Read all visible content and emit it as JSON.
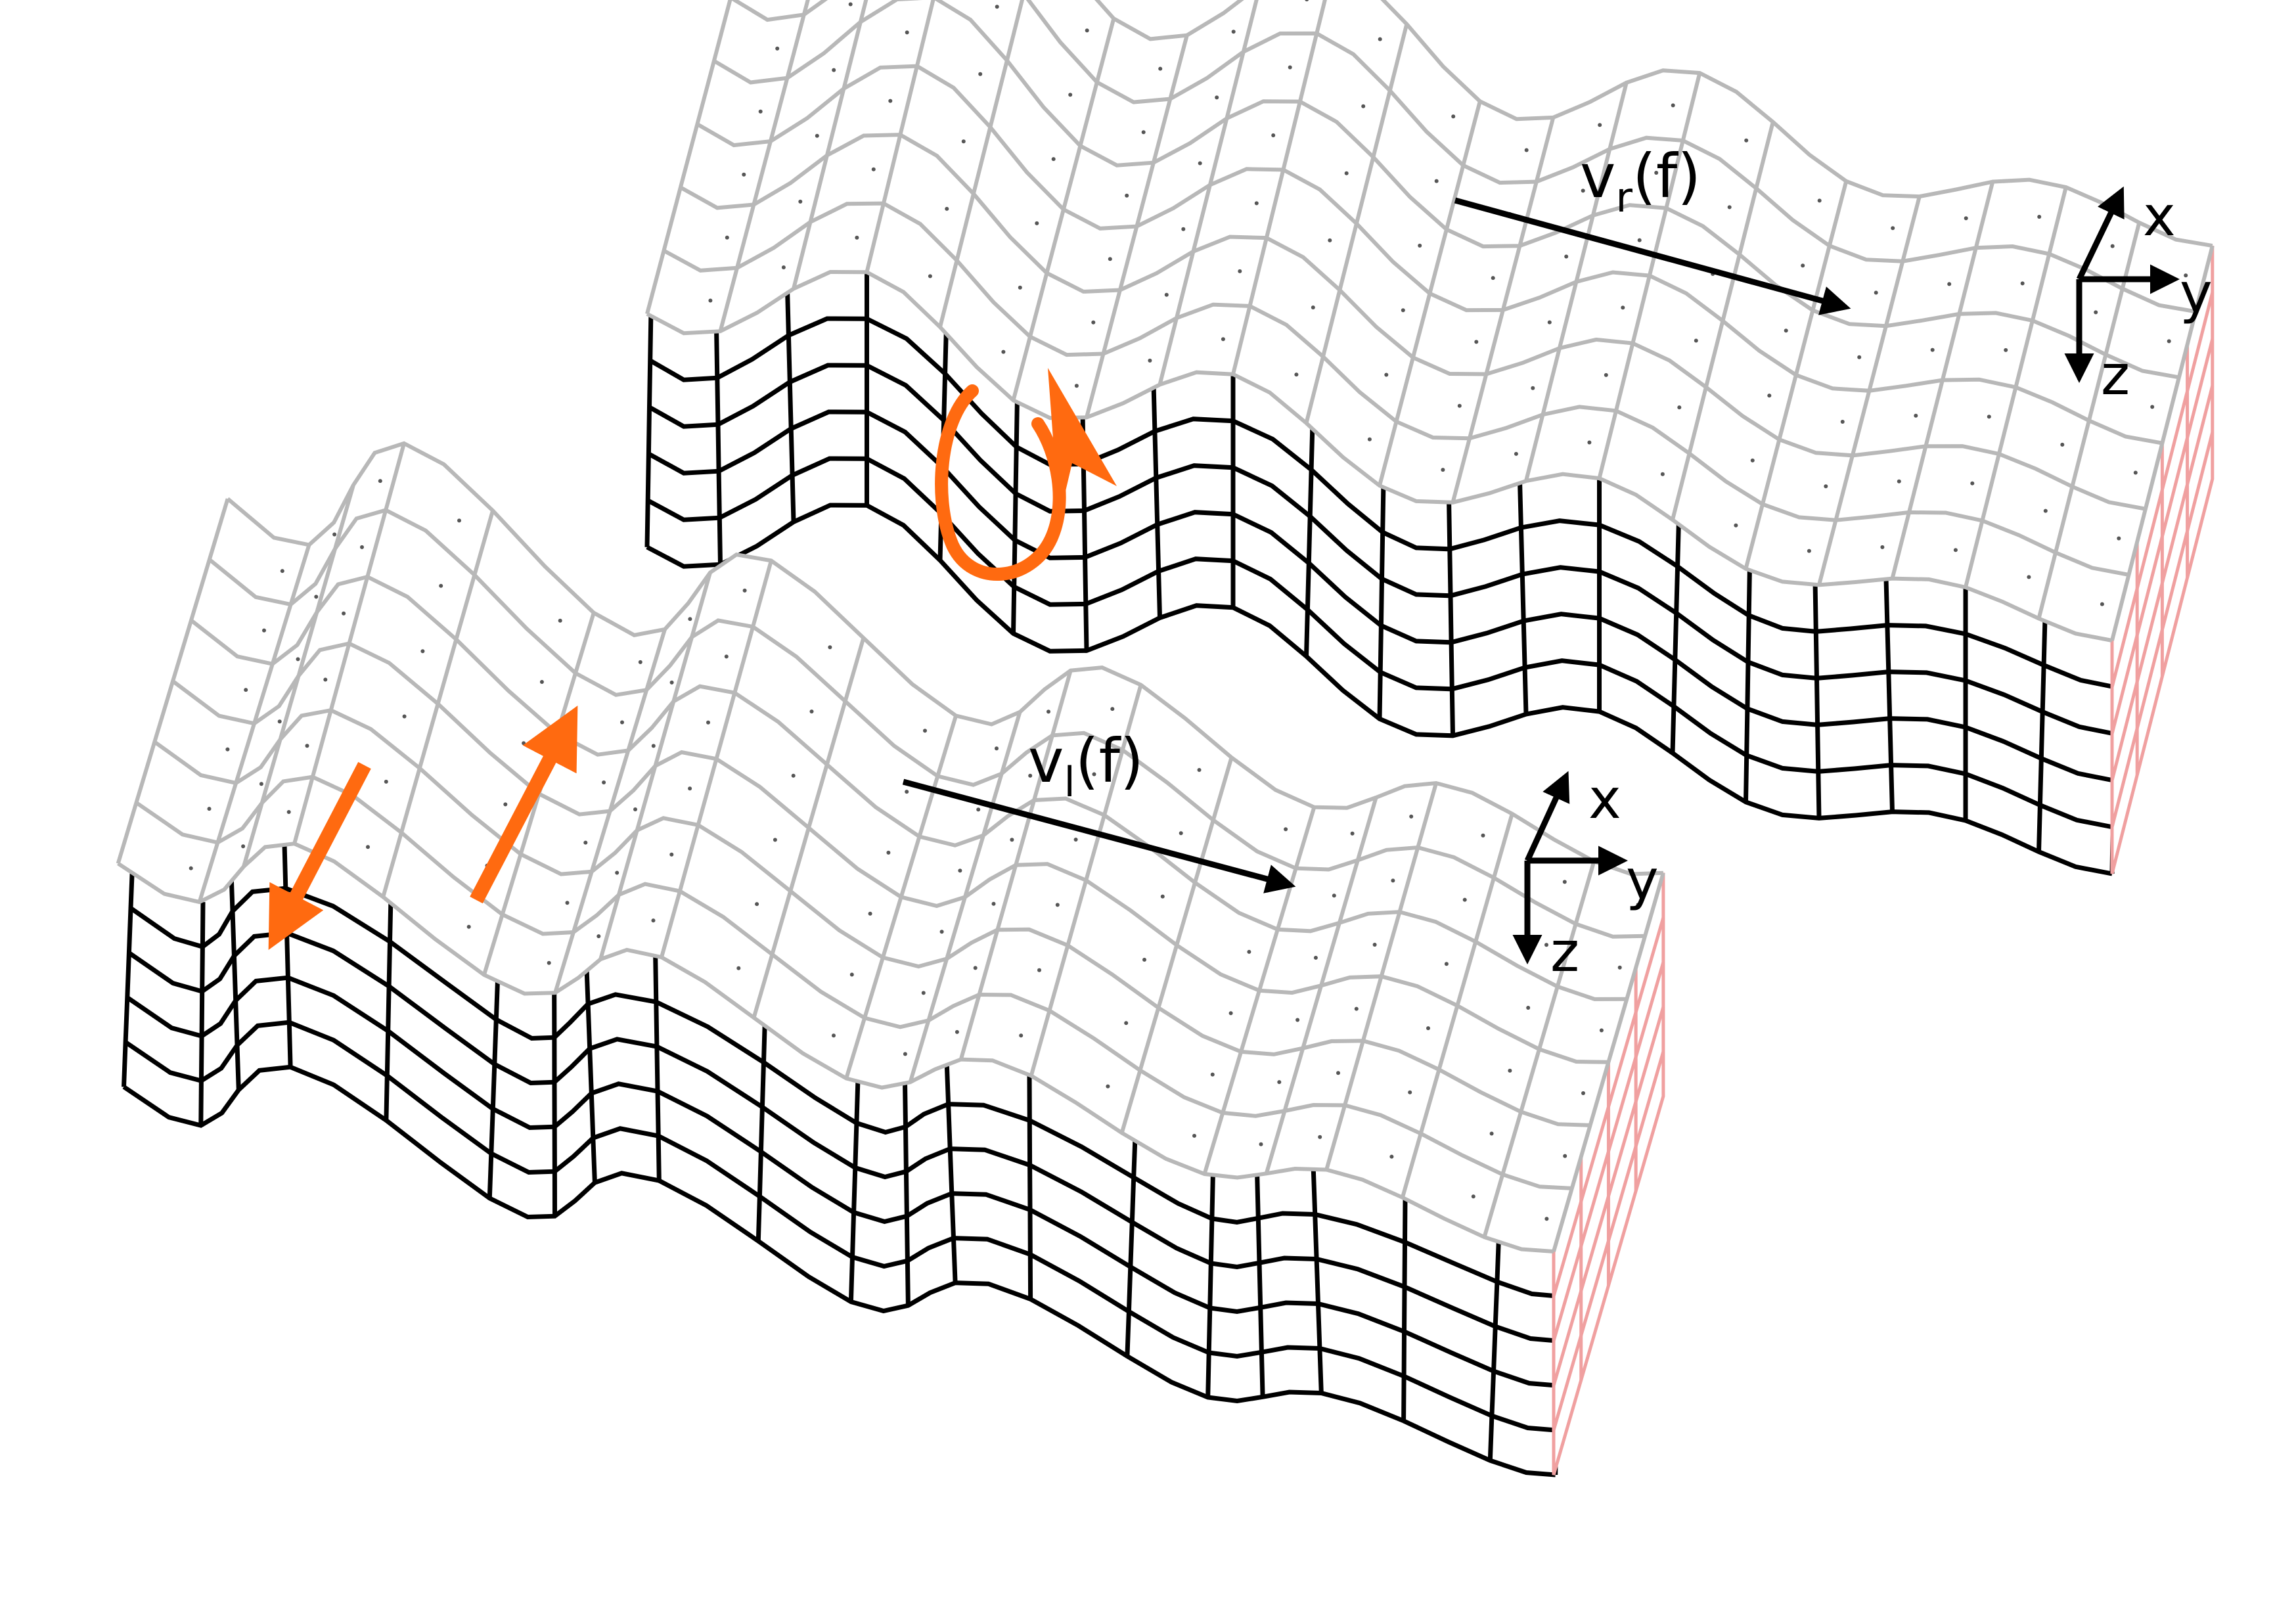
{
  "colors": {
    "background": "#ffffff",
    "top_surface_grid": "#b8b8b8",
    "side_grid": "#000000",
    "end_face_grid": "#f0a0a0",
    "motion_arrows": "#ff6a10",
    "labels": "#000000"
  },
  "rayleigh_block": {
    "velocity_label": {
      "main": "v",
      "subscript": "r",
      "suffix": "(f)"
    },
    "particle_motion": "retrograde-ellipse",
    "axes": {
      "x": "x",
      "y": "y",
      "z": "z"
    }
  },
  "love_block": {
    "velocity_label": {
      "main": "v",
      "subscript": "l",
      "suffix": "(f)"
    },
    "particle_motion": "transverse-horizontal",
    "axes": {
      "x": "x",
      "y": "y",
      "z": "z"
    }
  },
  "icons": {
    "propagation_arrow": "long-arrow-right-icon",
    "axis_triad": "xyz-axes-icon",
    "rotation_arrow": "elliptical-rotation-arrow-icon",
    "shear_arrows": "opposing-arrows-icon"
  }
}
